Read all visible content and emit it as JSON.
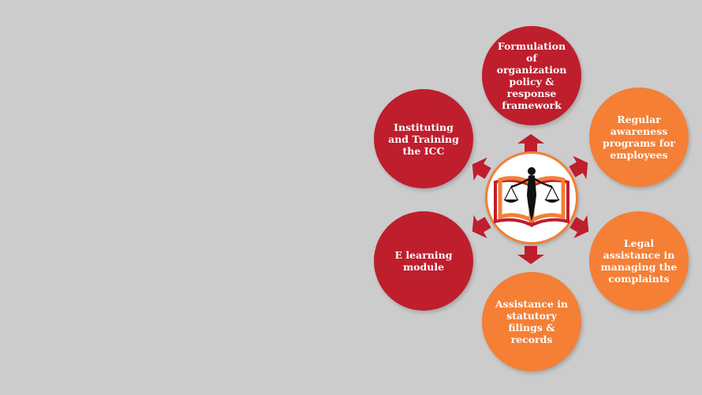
{
  "colors": {
    "background": "#cccccc",
    "red": "#bf1e2d",
    "orange": "#f47f35",
    "arrow": "#bf1e2d"
  },
  "center": {
    "icon": "scales-of-justice-book-icon"
  },
  "nodes": [
    {
      "id": "formulation",
      "color": "red",
      "label": "Formulation of organization policy & response framework"
    },
    {
      "id": "awareness",
      "color": "orange",
      "label": "Regular awareness programs for employees"
    },
    {
      "id": "legal",
      "color": "orange",
      "label": "Legal assistance in managing the complaints"
    },
    {
      "id": "filings",
      "color": "orange",
      "label": "Assistance in statutory filings & records"
    },
    {
      "id": "elearning",
      "color": "red",
      "label": "E learning module"
    },
    {
      "id": "icc",
      "color": "red",
      "label": "Instituting and Training the ICC"
    }
  ]
}
